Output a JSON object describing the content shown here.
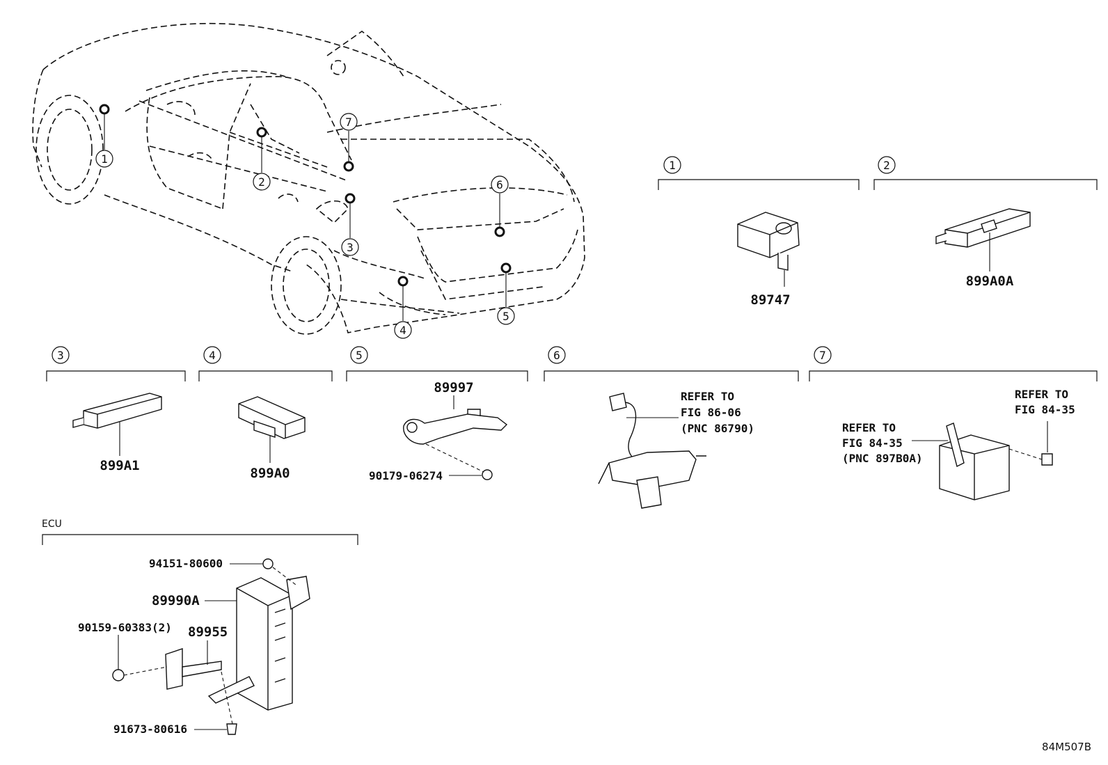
{
  "callouts": {
    "c1": "1",
    "c2": "2",
    "c3": "3",
    "c4": "4",
    "c5": "5",
    "c6": "6",
    "c7": "7"
  },
  "sections": {
    "s1": {
      "number": "1",
      "part": "89747"
    },
    "s2": {
      "number": "2",
      "part": "899A0A"
    },
    "s3": {
      "number": "3",
      "part": "899A1"
    },
    "s4": {
      "number": "4",
      "part": "899A0"
    },
    "s5": {
      "number": "5",
      "part_main": "89997",
      "part_bolt": "90179-06274"
    },
    "s6": {
      "number": "6",
      "refer": [
        "REFER TO",
        "FIG 86-06",
        "(PNC 86790)"
      ]
    },
    "s7": {
      "number": "7",
      "refer_left": [
        "REFER TO",
        "FIG 84-35",
        "(PNC 897B0A)"
      ],
      "refer_right": [
        "REFER TO",
        "FIG 84-35"
      ]
    },
    "ecu": {
      "title": "ECU",
      "parts": {
        "nut": "94151-80600",
        "ecu": "89990A",
        "bolt": "90159-60383(2)",
        "bracket": "89955",
        "screw": "91673-80616"
      }
    }
  },
  "figure_code": "84M507B"
}
